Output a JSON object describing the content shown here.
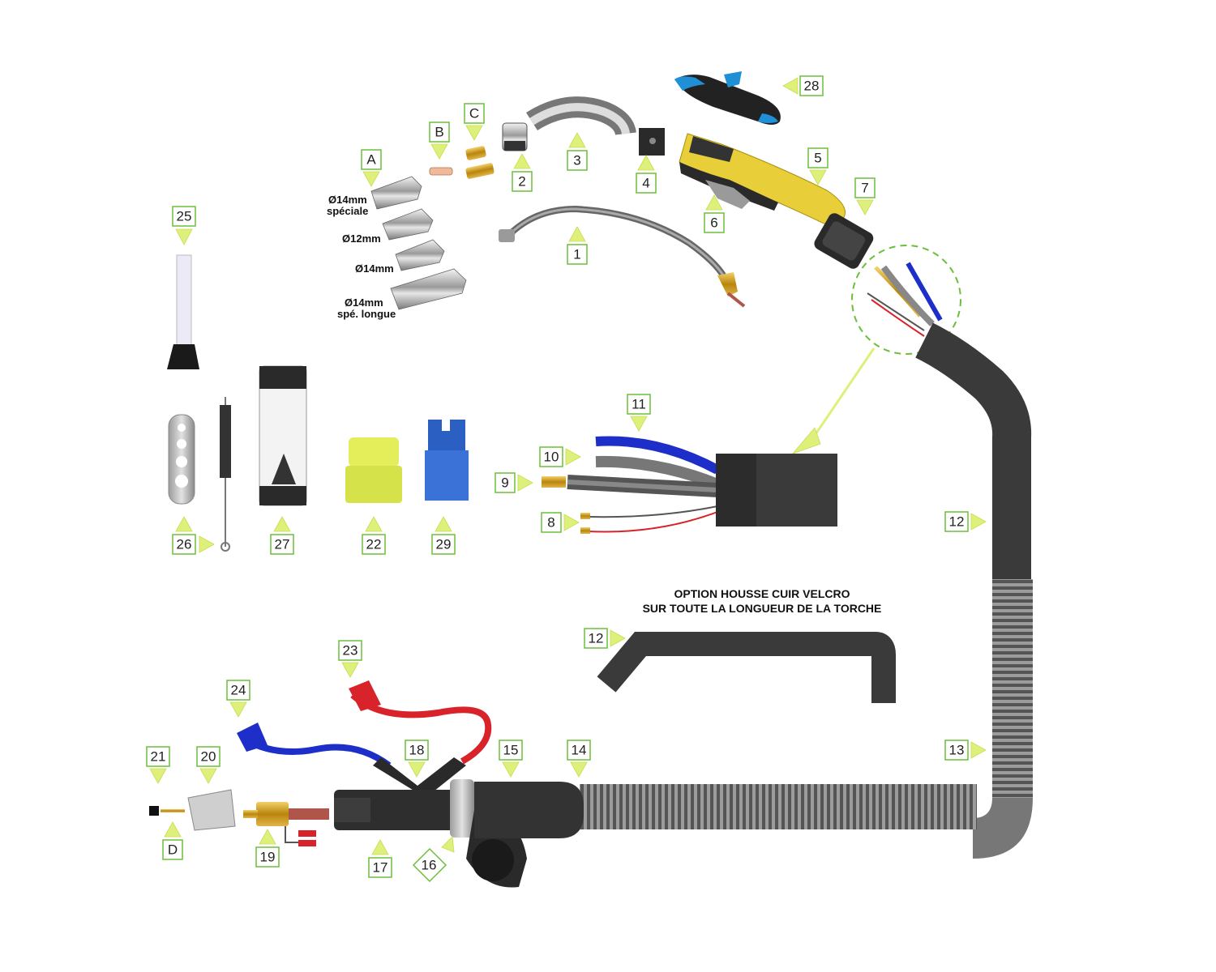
{
  "option_note": {
    "line1": "OPTION HOUSSE CUIR VELCRO",
    "line2": "SUR TOUTE LA LONGUEUR DE LA TORCHE"
  },
  "nozzle_labels": {
    "n1a": "Ø14mm",
    "n1b": "spéciale",
    "n2": "Ø12mm",
    "n3": "Ø14mm",
    "n4a": "Ø14mm",
    "n4b": "spé. longue"
  },
  "callouts": {
    "A": "A",
    "B": "B",
    "C": "C",
    "D": "D",
    "c1": "1",
    "c2": "2",
    "c3": "3",
    "c4": "4",
    "c5": "5",
    "c6": "6",
    "c7": "7",
    "c8": "8",
    "c9": "9",
    "c10": "10",
    "c11": "11",
    "c12a": "12",
    "c12b": "12",
    "c13": "13",
    "c14": "14",
    "c15": "15",
    "c16": "16",
    "c17": "17",
    "c18": "18",
    "c19": "19",
    "c20": "20",
    "c21": "21",
    "c22": "22",
    "c23": "23",
    "c24": "24",
    "c25": "25",
    "c26": "26",
    "c27": "27",
    "c28": "28",
    "c29": "29"
  },
  "colors": {
    "accent_green": "#6cbf3a",
    "arrow_yellow": "#dff07a",
    "handle_yellow": "#e8cf3a",
    "hose_dark": "#3a3a3a",
    "water_blue": "#1d2fc8",
    "water_red": "#d9232a"
  }
}
